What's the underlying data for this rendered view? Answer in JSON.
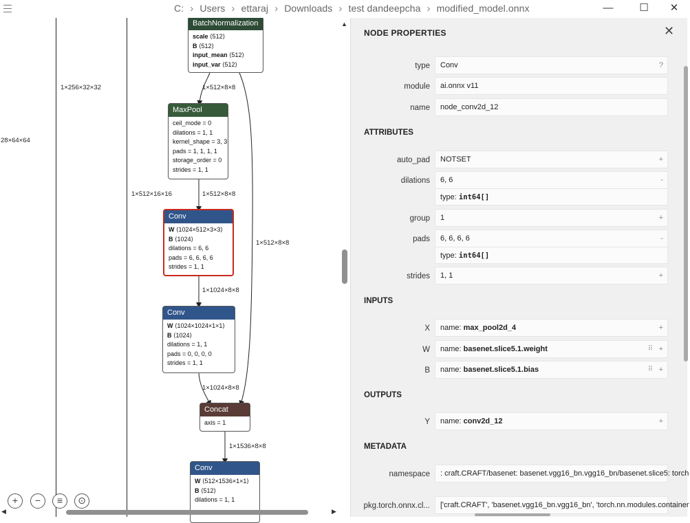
{
  "titlebar": {
    "breadcrumbs": [
      "C:",
      "Users",
      "ettaraj",
      "Downloads",
      "test dandeepcha",
      "modified_model.onnx"
    ],
    "minimize": "—",
    "maximize": "☐",
    "close": "✕"
  },
  "graph": {
    "edge_labels": {
      "left_far": "28×64×64",
      "left_mid": "1×256×32×32",
      "bn_to_pool": "1×512×8×8",
      "pool_side": "1×512×16×16",
      "pool_to_conv": "1×512×8×8",
      "skip": "1×512×8×8",
      "conv1_to_conv2": "1×1024×8×8",
      "conv2_to_concat": "1×1024×8×8",
      "concat_to_conv3": "1×1536×8×8"
    },
    "nodes": {
      "batchnorm": {
        "title": "BatchNormalization",
        "attrs": [
          {
            "k": "scale",
            "v": "⟨512⟩"
          },
          {
            "k": "B",
            "v": "⟨512⟩"
          },
          {
            "k": "input_mean",
            "v": "⟨512⟩"
          },
          {
            "k": "input_var",
            "v": "⟨512⟩"
          }
        ]
      },
      "maxpool": {
        "title": "MaxPool",
        "attrs": [
          "ceil_mode = 0",
          "dilations = 1, 1",
          "kernel_shape = 3, 3",
          "pads = 1, 1, 1, 1",
          "storage_order = 0",
          "strides = 1, 1"
        ]
      },
      "conv1": {
        "title": "Conv",
        "w": "⟨1024×512×3×3⟩",
        "b": "⟨1024⟩",
        "attrs": [
          "dilations = 6, 6",
          "pads = 6, 6, 6, 6",
          "strides = 1, 1"
        ]
      },
      "conv2": {
        "title": "Conv",
        "w": "⟨1024×1024×1×1⟩",
        "b": "⟨1024⟩",
        "attrs": [
          "dilations = 1, 1",
          "pads = 0, 0, 0, 0",
          "strides = 1, 1"
        ]
      },
      "concat": {
        "title": "Concat",
        "attrs": [
          "axis = 1"
        ]
      },
      "conv3": {
        "title": "Conv",
        "w": "⟨512×1536×1×1⟩",
        "b": "⟨512⟩",
        "attrs": [
          "dilations = 1, 1"
        ]
      }
    },
    "bold_keys": {
      "w": "W",
      "b": "B"
    }
  },
  "sidebar": {
    "title": "NODE PROPERTIES",
    "close": "✕",
    "top_props": [
      {
        "label": "type",
        "value": "Conv",
        "btn": "?"
      },
      {
        "label": "module",
        "value": "ai.onnx v11"
      },
      {
        "label": "name",
        "value": "node_conv2d_12"
      }
    ],
    "attributes_title": "ATTRIBUTES",
    "attributes": {
      "auto_pad": {
        "label": "auto_pad",
        "value": "NOTSET",
        "btn": "+"
      },
      "dilations": {
        "label": "dilations",
        "value": "6, 6",
        "btn": "-",
        "type_label": "type:",
        "type": "int64[]"
      },
      "group": {
        "label": "group",
        "value": "1",
        "btn": "+"
      },
      "pads": {
        "label": "pads",
        "value": "6, 6, 6, 6",
        "btn": "-",
        "type_label": "type:",
        "type": "int64[]"
      },
      "strides": {
        "label": "strides",
        "value": "1, 1",
        "btn": "+"
      }
    },
    "inputs_title": "INPUTS",
    "inputs": [
      {
        "label": "X",
        "name_label": "name:",
        "name": "max_pool2d_4",
        "btn": "+"
      },
      {
        "label": "W",
        "name_label": "name:",
        "name": "basenet.slice5.1.weight",
        "btn": "+"
      },
      {
        "label": "B",
        "name_label": "name:",
        "name": "basenet.slice5.1.bias",
        "btn": "+"
      }
    ],
    "outputs_title": "OUTPUTS",
    "outputs": [
      {
        "label": "Y",
        "name_label": "name:",
        "name": "conv2d_12",
        "btn": "+"
      }
    ],
    "metadata_title": "METADATA",
    "metadata": [
      {
        "label": "namespace",
        "value": ": craft.CRAFT/basenet: basenet.vgg16_bn.vgg16_bn/basenet.slice5: torch"
      },
      {
        "label": "pkg.torch.onnx.cl...",
        "value": "['craft.CRAFT', 'basenet.vgg16_bn.vgg16_bn', 'torch.nn.modules.container"
      }
    ]
  },
  "zoom": {
    "in": "+",
    "out": "−",
    "list": "≡",
    "fit": "⊙"
  },
  "scroll": {
    "up": "▲",
    "down": "▼",
    "left": "◀",
    "right": "▶"
  }
}
